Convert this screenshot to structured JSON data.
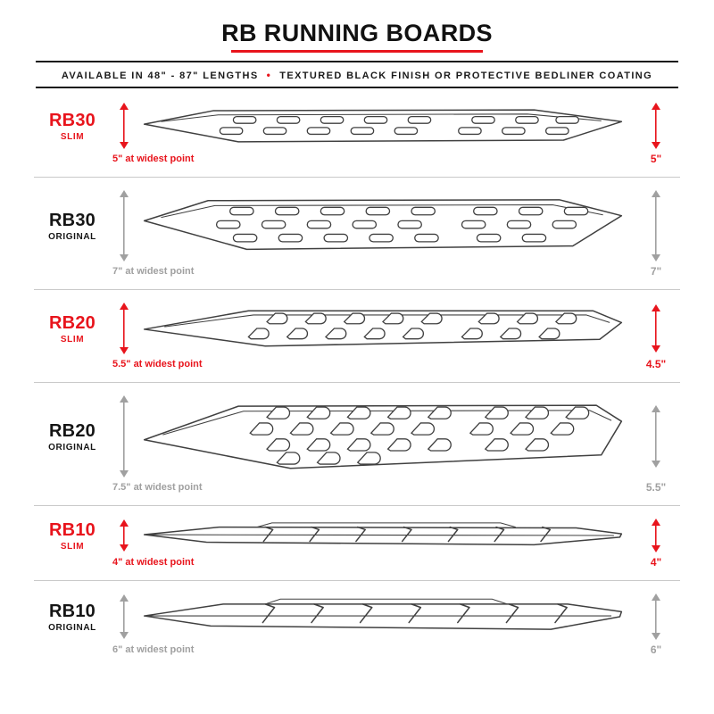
{
  "header": {
    "title": "RB RUNNING BOARDS",
    "subtitle_left": "AVAILABLE IN 48\" - 87\" LENGTHS",
    "subtitle_sep": "•",
    "subtitle_right": "TEXTURED BLACK FINISH OR PROTECTIVE BEDLINER COATING"
  },
  "colors": {
    "accent": "#e8141c",
    "muted": "#a0a0a0",
    "line_art": "#404040",
    "divider": "#c9c9c9"
  },
  "rows": [
    {
      "model": "RB30",
      "variant": "SLIM",
      "type": "slim",
      "width_note": "5\" at widest point",
      "height_note": "5\""
    },
    {
      "model": "RB30",
      "variant": "ORIGINAL",
      "type": "original",
      "width_note": "7\" at widest point",
      "height_note": "7\""
    },
    {
      "model": "RB20",
      "variant": "SLIM",
      "type": "slim",
      "width_note": "5.5\" at widest point",
      "height_note": "4.5\""
    },
    {
      "model": "RB20",
      "variant": "ORIGINAL",
      "type": "original",
      "width_note": "7.5\" at widest point",
      "height_note": "5.5\""
    },
    {
      "model": "RB10",
      "variant": "SLIM",
      "type": "slim",
      "width_note": "4\" at widest point",
      "height_note": "4\""
    },
    {
      "model": "RB10",
      "variant": "ORIGINAL",
      "type": "original",
      "width_note": "6\" at widest point",
      "height_note": "6\""
    }
  ]
}
